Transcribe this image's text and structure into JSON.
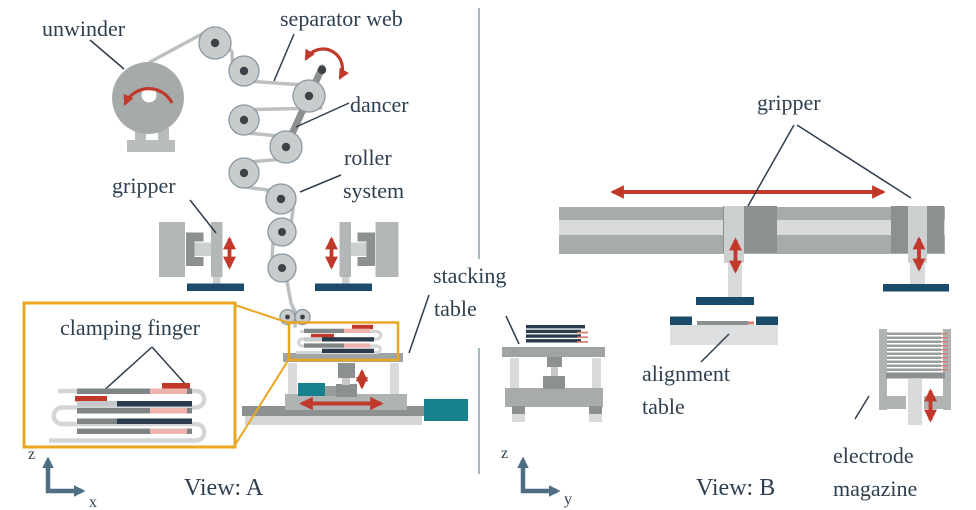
{
  "view_a": {
    "title": "View: A",
    "labels": {
      "unwinder": "unwinder",
      "separator_web": "separator web",
      "dancer": "dancer",
      "roller_system": [
        "roller",
        "system"
      ],
      "gripper": "gripper",
      "stacking_table": [
        "stacking",
        "table"
      ],
      "clamping_finger": "clamping finger"
    },
    "axes": {
      "vertical": "z",
      "horizontal": "x"
    }
  },
  "view_b": {
    "title": "View: B",
    "labels": {
      "gripper": "gripper",
      "alignment_table": [
        "alignment",
        "table"
      ],
      "electrode_magazine": [
        "electrode",
        "magazine"
      ]
    },
    "axes": {
      "vertical": "z",
      "horizontal": "y"
    }
  },
  "colors": {
    "label_text": "#2E3F4F",
    "leader_line": "#2F3E4E",
    "motion_red": "#C0392B",
    "clamp_red": "#C0392B",
    "electrode_navy": "#2A3B4D",
    "gripper_foot_navy": "#1B4A6B",
    "teal_actuator": "#17818D",
    "highlight_yellow": "#E9A621",
    "axis_slate": "#4E6E82",
    "machine_gray_light": "#D8DADB",
    "machine_gray": "#B0B3B4",
    "machine_gray_dark": "#8D9091",
    "web_gray": "#BCC0C1",
    "pink_coating": "#EFB3AE",
    "salmon_tab": "#D97A6E",
    "divider": "#90A8B2"
  }
}
